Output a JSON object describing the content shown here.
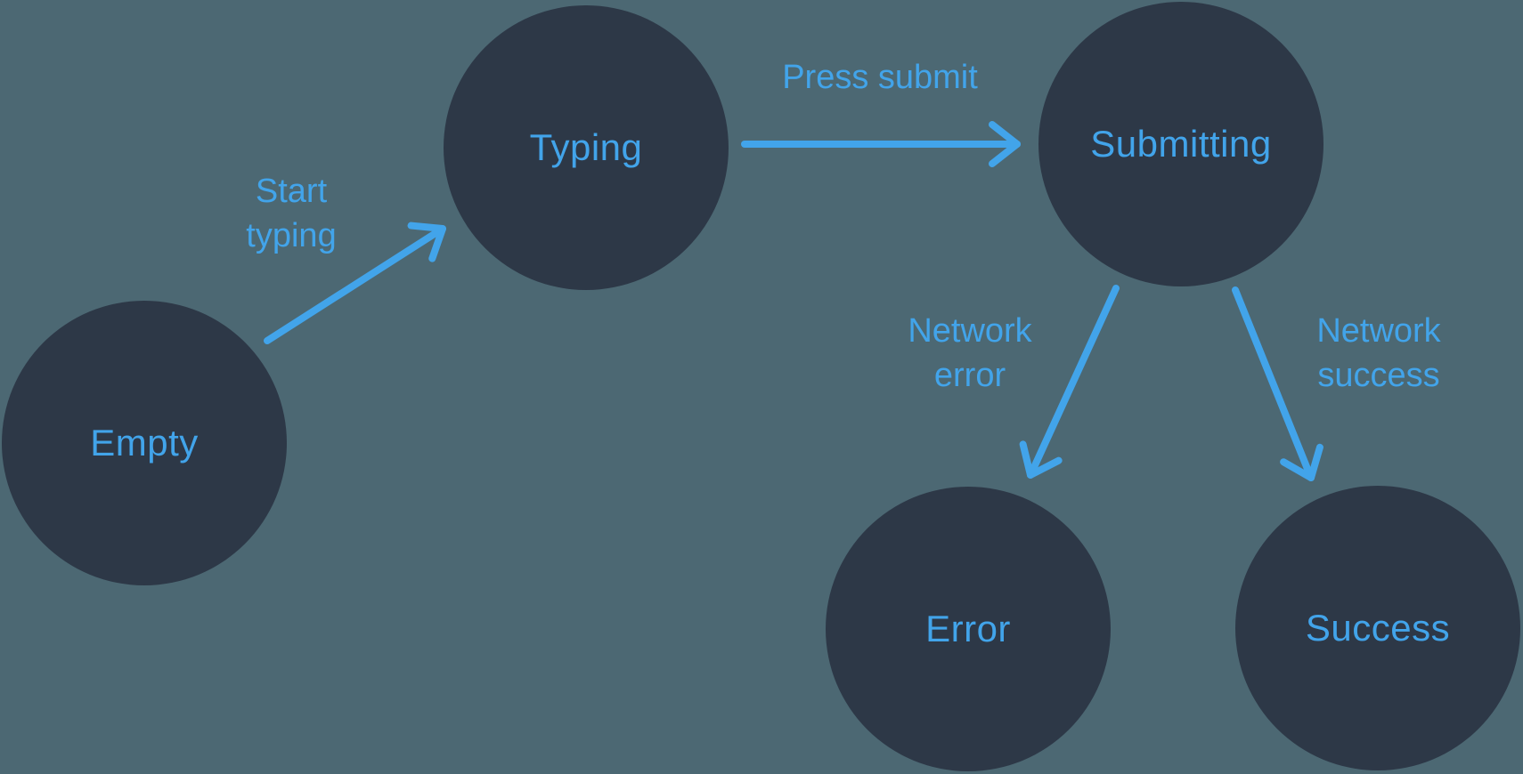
{
  "diagram": {
    "type": "state-machine",
    "states": [
      {
        "id": "empty",
        "label": "Empty"
      },
      {
        "id": "typing",
        "label": "Typing"
      },
      {
        "id": "submitting",
        "label": "Submitting"
      },
      {
        "id": "error",
        "label": "Error"
      },
      {
        "id": "success",
        "label": "Success"
      }
    ],
    "transitions": [
      {
        "from": "empty",
        "to": "typing",
        "label": "Start typing",
        "label_lines": [
          "Start",
          "typing"
        ]
      },
      {
        "from": "typing",
        "to": "submitting",
        "label": "Press submit",
        "label_lines": [
          "Press submit"
        ]
      },
      {
        "from": "submitting",
        "to": "error",
        "label": "Network error",
        "label_lines": [
          "Network",
          "error"
        ]
      },
      {
        "from": "submitting",
        "to": "success",
        "label": "Network success",
        "label_lines": [
          "Network",
          "success"
        ]
      }
    ],
    "colors": {
      "background": "#4c6873",
      "node_fill": "#2d3847",
      "accent": "#42a4ea"
    }
  }
}
